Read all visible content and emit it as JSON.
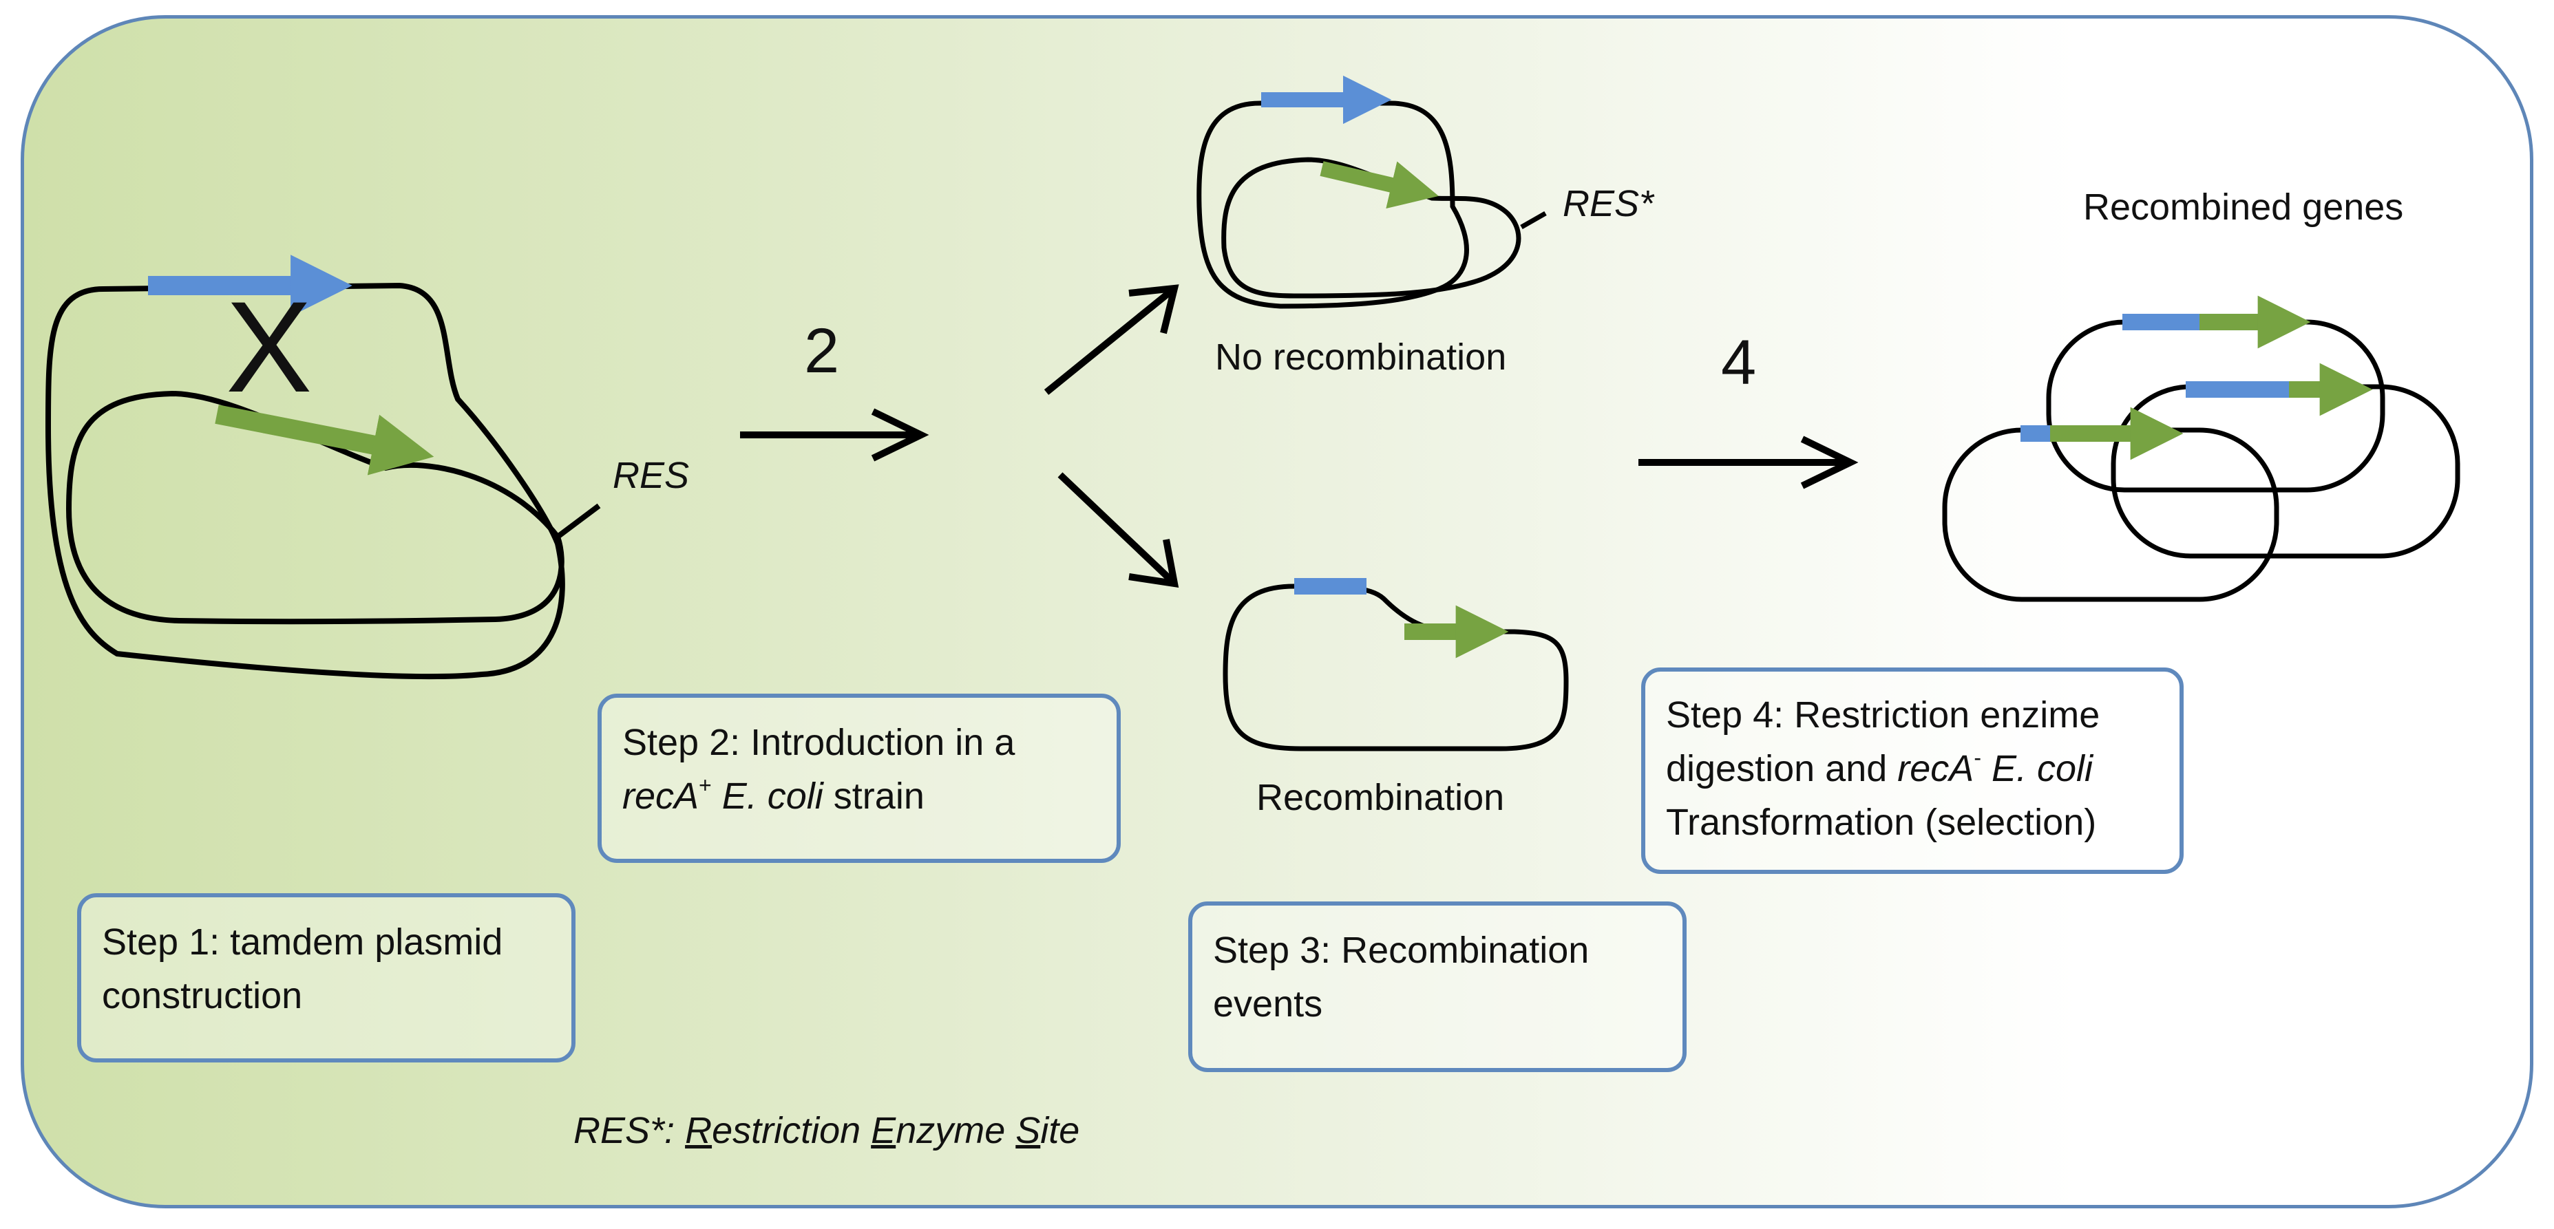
{
  "diagram": {
    "big_x": "X",
    "arrow_2": "2",
    "arrow_4": "4",
    "res_label": "RES",
    "res_star_label": "RES*",
    "no_recombination": "No recombination",
    "recombination": "Recombination",
    "recombined_genes": "Recombined genes",
    "step1": {
      "line1": "Step 1: tamdem plasmid",
      "line2": "construction"
    },
    "step2": {
      "line1": "Step 2: Introduction in a",
      "recA": "recA",
      "sup": "+",
      "ecoli": " E. coli",
      "strain": " strain"
    },
    "step3": {
      "line1": "Step 3: Recombination",
      "line2": "events"
    },
    "step4": {
      "line1": "Step 4: Restriction enzime",
      "line2_a": "digestion and ",
      "recA": "recA",
      "sup": "-",
      "ecoli": " E. coli",
      "line3": "Transformation (selection)"
    },
    "footnote": {
      "prefix": "RES*: ",
      "r": "R",
      "estriction": "estriction ",
      "e": "E",
      "nzyme": "nzyme ",
      "s": "S",
      "ite": "ite"
    },
    "colors": {
      "blue_gene": "#5b8fd6",
      "green_gene": "#77a342",
      "box_border": "#5f89bd",
      "frame_border": "#5e86b8"
    }
  }
}
